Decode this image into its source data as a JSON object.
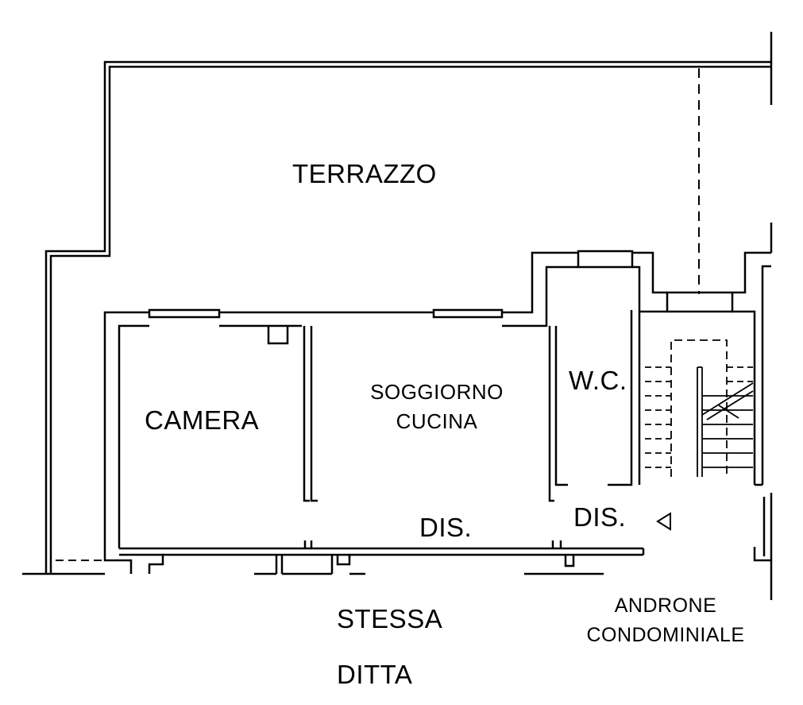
{
  "rooms": {
    "terrazzo": "TERRAZZO",
    "camera": "CAMERA",
    "soggiorno_line1": "SOGGIORNO",
    "soggiorno_line2": "CUCINA",
    "wc": "W.C.",
    "dis_left": "DIS.",
    "dis_right": "DIS."
  },
  "outside": {
    "stessa": "STESSA",
    "ditta": "DITTA",
    "androne_line1": "ANDRONE",
    "androne_line2": "CONDOMINIALE"
  },
  "colors": {
    "ink": "#000000",
    "paper": "#ffffff"
  }
}
